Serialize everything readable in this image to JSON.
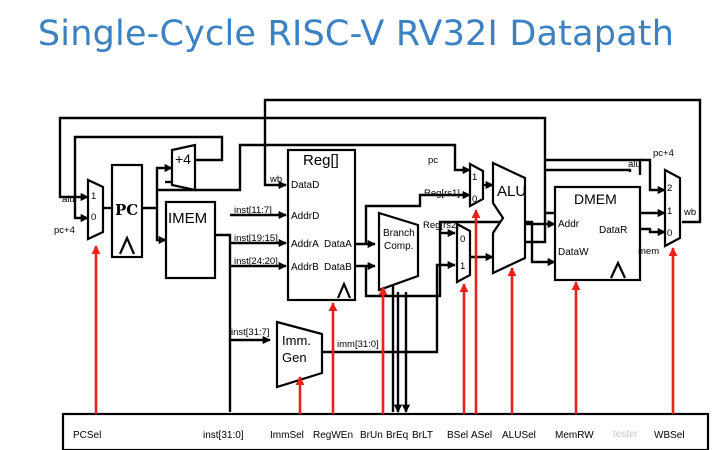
{
  "title": "Single-Cycle RISC-V RV32I Datapath",
  "labels": {
    "pc_reg": "PC",
    "imem": "IMEM",
    "regfile": "Reg[]",
    "data_d": "DataD",
    "addr_d": "AddrD",
    "addr_a": "AddrA",
    "addr_b": "AddrB",
    "data_a": "DataA",
    "data_b": "DataB",
    "branch_comp_1": "Branch",
    "branch_comp_2": "Comp.",
    "alu": "ALU",
    "dmem": "DMEM",
    "dmem_addr": "Addr",
    "dmem_dataw": "DataW",
    "dmem_datar": "DataR",
    "immgen_1": "Imm.",
    "immgen_2": "Gen",
    "plus4": "+4"
  },
  "wires": {
    "alu_pcmux": "alu",
    "pc4_pcmux": "pc+4",
    "wb_regfile": "wb",
    "inst_11_7": "inst[11:7]",
    "inst_19_15": "inst[19:15]",
    "inst_24_20": "inst[24:20]",
    "inst_31_7": "inst[31:7]",
    "imm_31_0": "imm[31:0]",
    "pc_amux": "pc",
    "reg_rs1": "Reg[rs1]",
    "reg_rs2": "Reg[rs2]",
    "alu_wb": "alu",
    "pc4_wb": "pc+4",
    "mem_wb": "mem",
    "wb_out": "wb"
  },
  "mux_inputs": {
    "pcsel_1": "1",
    "pcsel_0": "0",
    "asel_1": "1",
    "asel_0": "0",
    "bsel_0": "0",
    "bsel_1": "1",
    "wbsel_2": "2",
    "wbsel_1": "1",
    "wbsel_0": "0"
  },
  "control_signals": [
    "PCSel",
    "inst[31:0]",
    "ImmSel",
    "RegWEn",
    "BrUn",
    "BrEq",
    "BrLT",
    "BSel",
    "ASel",
    "ALUSel",
    "MemRW",
    "WBSel"
  ],
  "watermark": "tester"
}
